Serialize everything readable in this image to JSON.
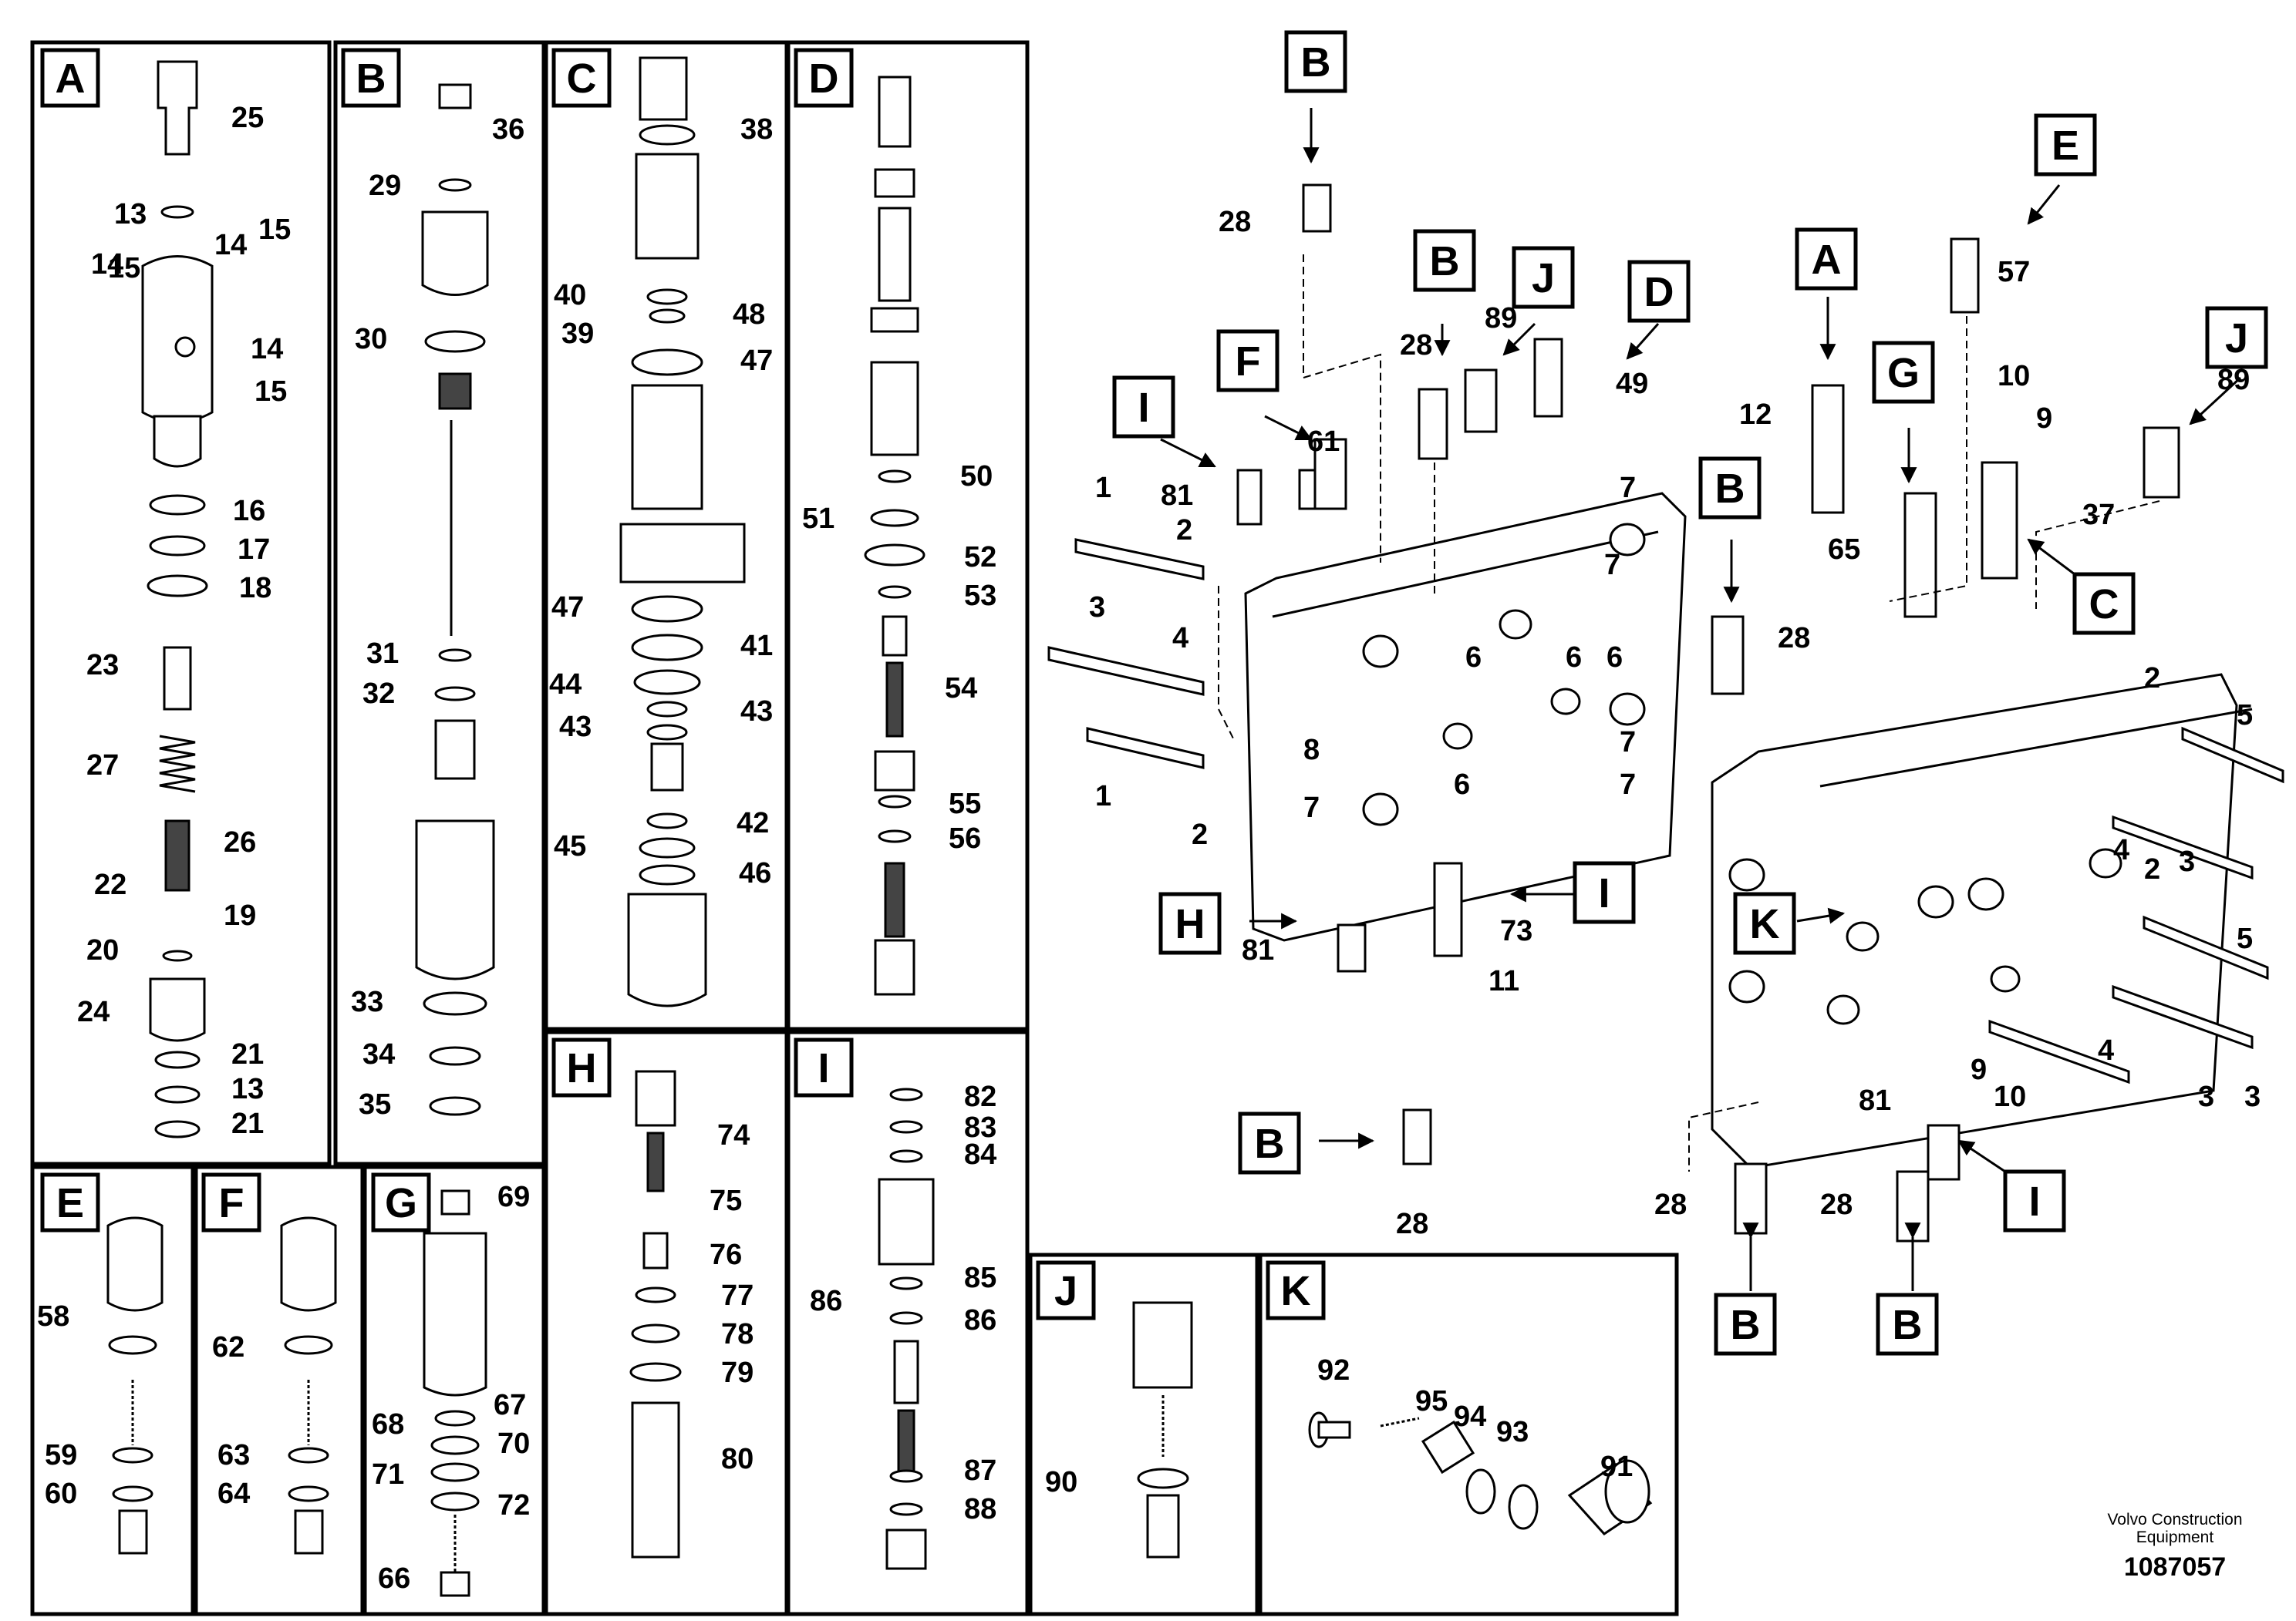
{
  "panels": {
    "A": {
      "letter": "A",
      "labels": [
        "25",
        "13",
        "15",
        "14",
        "14",
        "15",
        "14",
        "15",
        "16",
        "17",
        "18",
        "23",
        "27",
        "26",
        "22",
        "19",
        "20",
        "24",
        "21",
        "13",
        "21"
      ]
    },
    "B": {
      "letter": "B",
      "labels": [
        "36",
        "29",
        "30",
        "31",
        "32",
        "33",
        "34",
        "35"
      ]
    },
    "C": {
      "letter": "C",
      "labels": [
        "38",
        "40",
        "48",
        "39",
        "47",
        "47",
        "41",
        "44",
        "43",
        "43",
        "42",
        "45",
        "46"
      ]
    },
    "D": {
      "letter": "D",
      "labels": [
        "50",
        "51",
        "52",
        "53",
        "54",
        "55",
        "56"
      ]
    },
    "E": {
      "letter": "E",
      "labels": [
        "58",
        "59",
        "60"
      ]
    },
    "F": {
      "letter": "F",
      "labels": [
        "62",
        "63",
        "64"
      ]
    },
    "G": {
      "letter": "G",
      "labels": [
        "69",
        "67",
        "68",
        "70",
        "71",
        "72",
        "66"
      ]
    },
    "H": {
      "letter": "H",
      "labels": [
        "74",
        "75",
        "76",
        "77",
        "78",
        "79",
        "80"
      ]
    },
    "I": {
      "letter": "I",
      "labels": [
        "82",
        "83",
        "84",
        "85",
        "86",
        "86",
        "87",
        "88"
      ]
    },
    "J": {
      "letter": "J",
      "labels": [
        "90"
      ]
    },
    "K": {
      "letter": "K",
      "labels": [
        "92",
        "95",
        "94",
        "93",
        "91"
      ]
    }
  },
  "assembly_left": {
    "callouts": [
      "B",
      "B",
      "J",
      "D",
      "F",
      "I",
      "I",
      "H",
      "B"
    ],
    "labels": [
      "28",
      "28",
      "89",
      "49",
      "61",
      "81",
      "1",
      "2",
      "3",
      "4",
      "1",
      "2",
      "7",
      "6",
      "6",
      "7",
      "8",
      "7",
      "6",
      "7",
      "7",
      "6",
      "81",
      "73",
      "11",
      "28"
    ]
  },
  "assembly_right": {
    "callouts": [
      "E",
      "A",
      "J",
      "G",
      "B",
      "C",
      "K",
      "I",
      "B",
      "B"
    ],
    "labels": [
      "57",
      "12",
      "10",
      "9",
      "89",
      "65",
      "37",
      "28",
      "2",
      "5",
      "4",
      "3",
      "2",
      "5",
      "4",
      "3",
      "3",
      "9",
      "10",
      "81",
      "28",
      "28"
    ]
  },
  "credit": {
    "line1": "Volvo Construction",
    "line2": "Equipment",
    "doc_number": "1087057"
  }
}
